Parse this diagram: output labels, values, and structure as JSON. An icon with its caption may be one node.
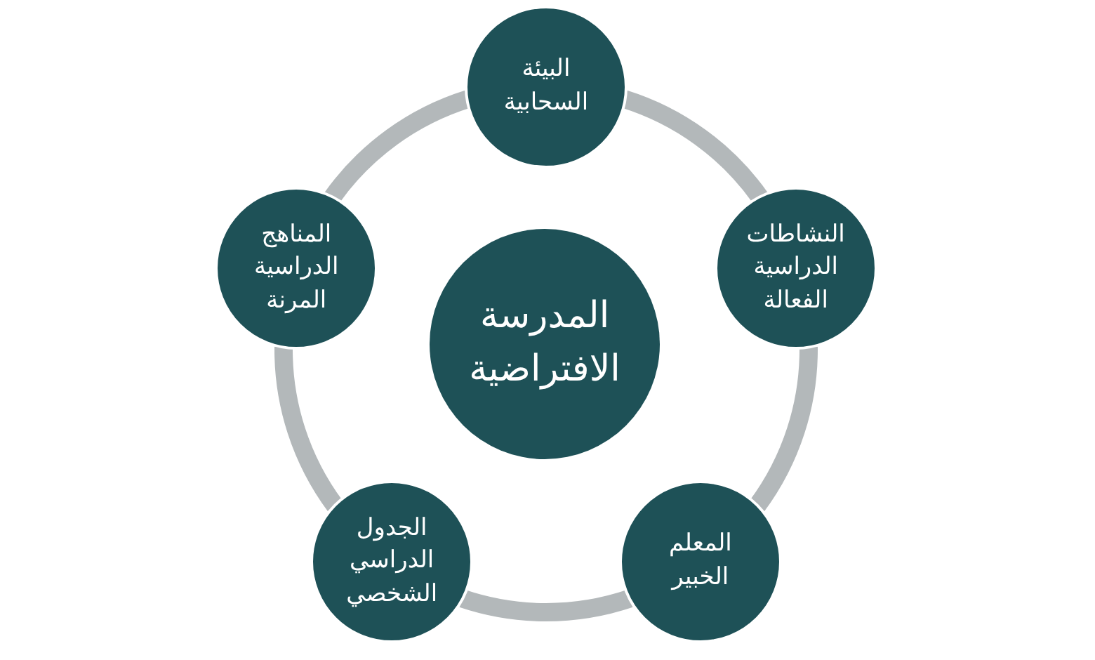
{
  "diagram": {
    "nodes": [
      {
        "text": [
          "المدرسة الافتراضية"
        ]
      },
      {
        "text": [
          "البيئة السحابية"
        ]
      },
      {
        "text": [
          "النشاطات الدراسية الفعالة"
        ]
      },
      {
        "text": [
          "المعلم الخبير"
        ]
      },
      {
        "text": [
          "الجدول الدراسي الشخصي"
        ]
      },
      {
        "text": [
          "المناهج الدراسية المرنة"
        ]
      }
    ],
    "edges": [
      {
        "from": 1,
        "to": 2,
        "arrow": "none"
      },
      {
        "from": 2,
        "to": 3,
        "arrow": "none"
      },
      {
        "from": 3,
        "to": 4,
        "arrow": "none"
      },
      {
        "from": 4,
        "to": 5,
        "arrow": "none"
      },
      {
        "from": 5,
        "to": 1,
        "arrow": "none"
      }
    ]
  }
}
